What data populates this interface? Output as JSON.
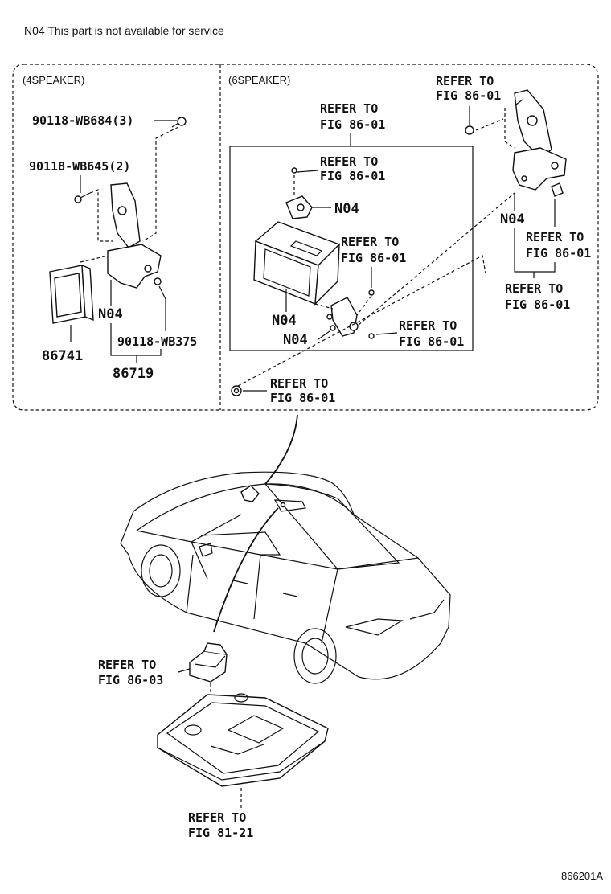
{
  "note": "N04 This part is not available for service",
  "figure_id": "866201A",
  "panels": {
    "left_title": "(4SPEAKER)",
    "right_title": "(6SPEAKER)"
  },
  "labels": {
    "p90118_wb684": "90118-WB684(3)",
    "p90118_wb645": "90118-WB645(2)",
    "p90118_wb375": "90118-WB375",
    "n04": "N04",
    "p86741": "86741",
    "p86719": "86719",
    "refer_to": "REFER TO",
    "fig_86_01": "FIG 86-01",
    "fig_86_03": "FIG 86-03",
    "fig_81_21": "FIG 81-21"
  }
}
